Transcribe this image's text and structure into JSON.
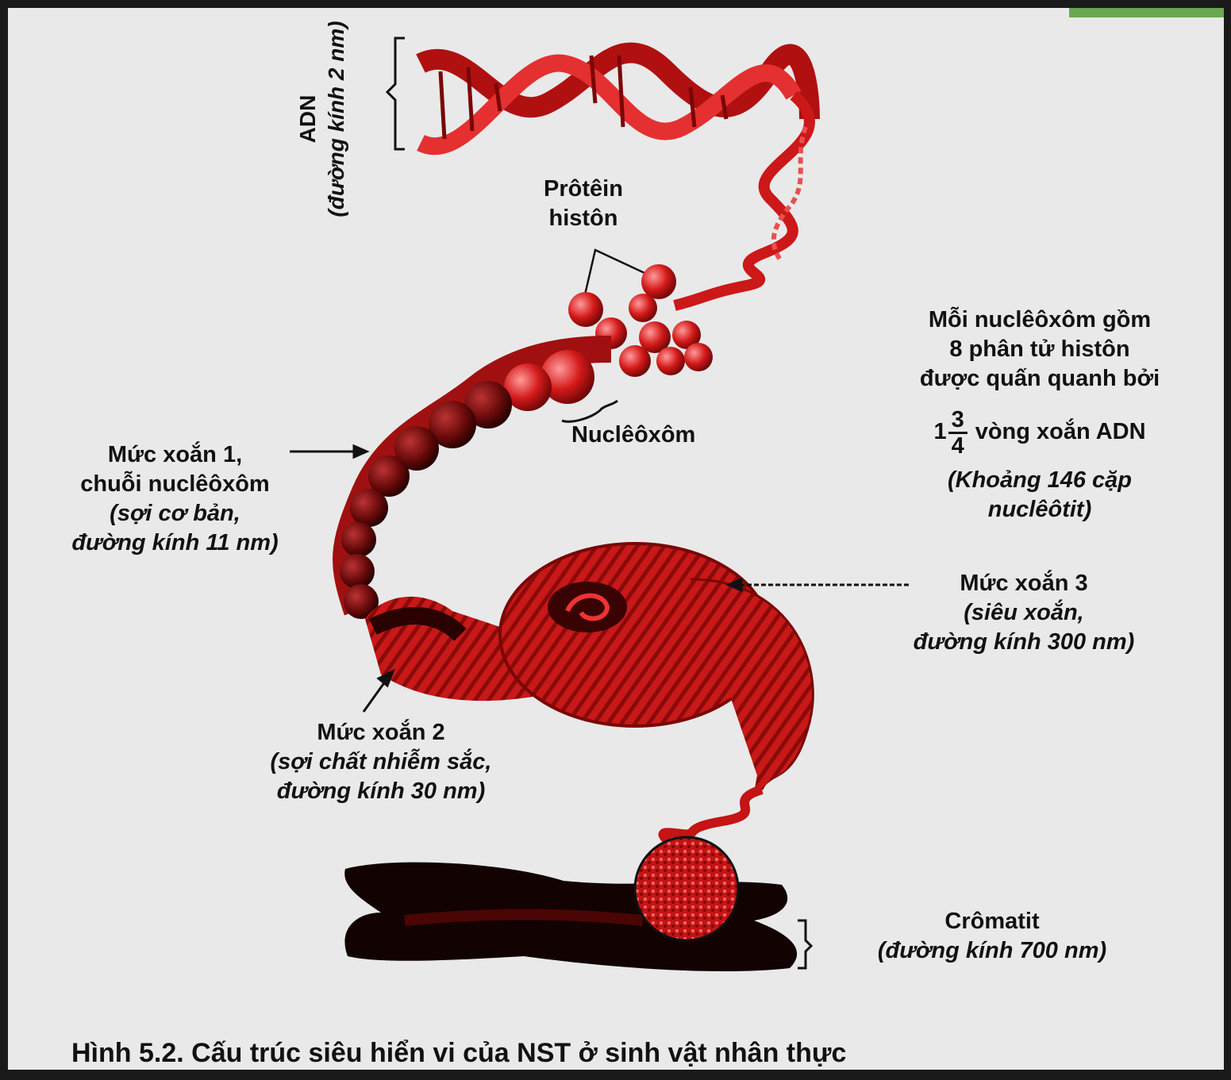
{
  "labels": {
    "adn_title": "ADN",
    "adn_sub": "(đường kính 2 nm)",
    "protein_1": "Prôtêin",
    "protein_2": "histôn",
    "nucleosome": "Nuclêôxôm",
    "each_1": "Mỗi nuclêôxôm gồm",
    "each_2": "8 phân tử histôn",
    "each_3": "được quấn quanh bởi",
    "frac_whole": "1",
    "frac_num": "3",
    "frac_den": "4",
    "each_4": "vòng xoắn ADN",
    "each_5": "(Khoảng 146 cặp",
    "each_6": "nuclêôtit)",
    "lvl1_1": "Mức xoắn 1,",
    "lvl1_2": "chuỗi nuclêôxôm",
    "lvl1_3": "(sợi cơ bản,",
    "lvl1_4": "đường kính 11 nm)",
    "lvl3_1": "Mức xoắn 3",
    "lvl3_2": "(siêu xoắn,",
    "lvl3_3": "đường kính 300 nm)",
    "lvl2_1": "Mức xoắn 2",
    "lvl2_2": "(sợi chất nhiễm sắc,",
    "lvl2_3": "đường kính 30 nm)",
    "chromatid_1": "Crômatit",
    "chromatid_2": "(đường kính 700 nm)"
  },
  "caption": "Hình 5.2. Cấu trúc siêu hiển vi của NST ở sinh vật nhân thực",
  "colors": {
    "dna_red": "#d01818",
    "dark_red": "#5a0505",
    "background": "#e9e9ea",
    "accent_tab": "#6aa84f"
  }
}
